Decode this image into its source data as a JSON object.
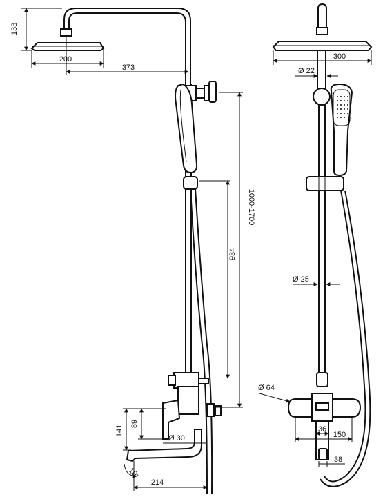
{
  "dimensions": {
    "head_height": "133",
    "head_width_side": "200",
    "arm_reach": "373",
    "adjust_range": "1000-1700",
    "rail_length": "934",
    "mixer_height_a": "89",
    "mixer_height_b": "141",
    "spout_diameter": "Ø 30",
    "spout_angle": "10°",
    "spout_length": "214",
    "head_width_front": "300",
    "arm_diameter": "Ø 22",
    "rail_diameter": "Ø 25",
    "body_diameter": "Ø 64",
    "outlet_width": "36",
    "inlet_spacing": "150",
    "spout_width": "38"
  }
}
